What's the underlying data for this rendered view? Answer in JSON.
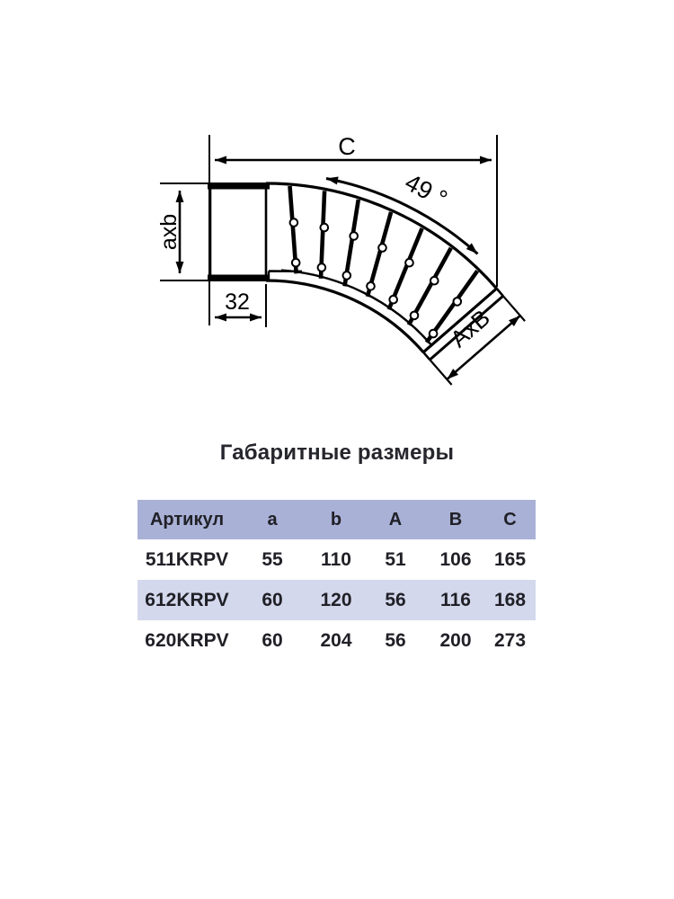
{
  "diagram": {
    "labels": {
      "length_c": "C",
      "angle": "49 °",
      "inlet_section": "axb",
      "collar_depth": "32",
      "outlet_section": "AxB"
    },
    "line_color": "#000000"
  },
  "table": {
    "title": "Габаритные размеры",
    "columns": [
      "Артикул",
      "a",
      "b",
      "A",
      "B",
      "C"
    ],
    "rows": [
      [
        "511KRPV",
        "55",
        "110",
        "51",
        "106",
        "165"
      ],
      [
        "612KRPV",
        "60",
        "120",
        "56",
        "116",
        "168"
      ],
      [
        "620KRPV",
        "60",
        "204",
        "56",
        "200",
        "273"
      ]
    ],
    "colors": {
      "header_bg": "#a9b1d6",
      "alt_row_bg": "#d4d8ec",
      "text": "#202027"
    }
  }
}
